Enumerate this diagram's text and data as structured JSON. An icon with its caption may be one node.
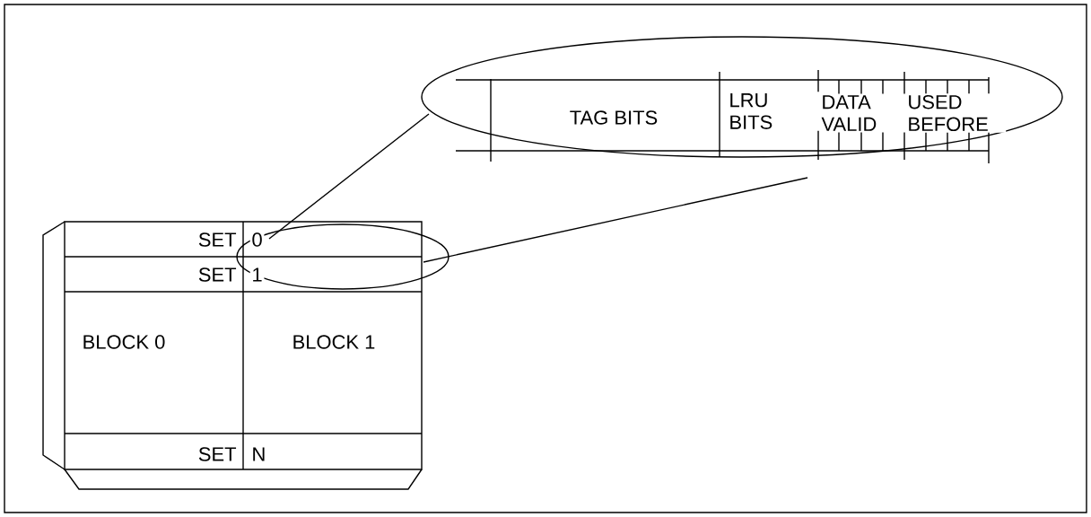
{
  "diagram": {
    "labels": [
      "TAG BITS",
      "LRU BITS",
      "DATA VALID",
      "USED BEFORE",
      "SET",
      "0",
      "SET",
      "1",
      "BLOCK 0",
      "BLOCK 1",
      "SET",
      "N"
    ]
  }
}
